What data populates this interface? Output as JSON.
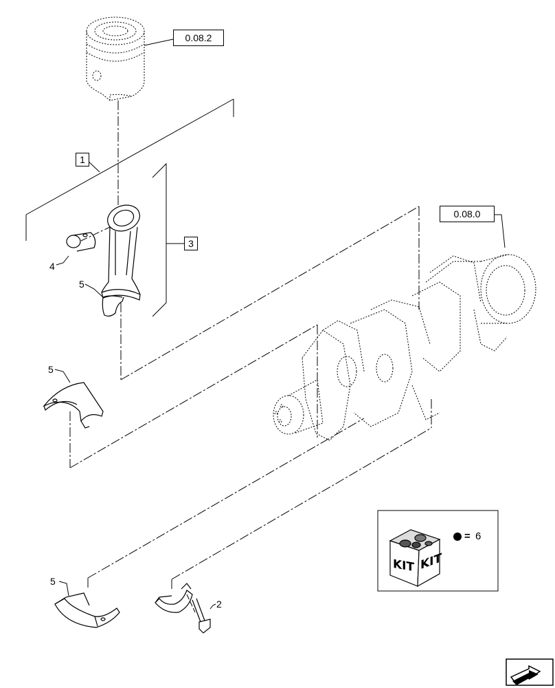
{
  "references": {
    "piston_ref": "0.08.2",
    "crankshaft_ref": "0.08.0"
  },
  "callouts": {
    "item_1": "1",
    "item_2": "2",
    "item_3": "3",
    "item_4": "4",
    "item_5_a": "5",
    "item_5_b": "5",
    "item_5_c": "5"
  },
  "kit_legend": {
    "box_text_left": "KIT",
    "box_text_right": "KIT",
    "equals": "=",
    "quantity": "6"
  },
  "icons": {
    "navigation": "next-page-arrow-icon",
    "kit": "kit-box-icon",
    "bullet": "filled-dot-icon"
  }
}
